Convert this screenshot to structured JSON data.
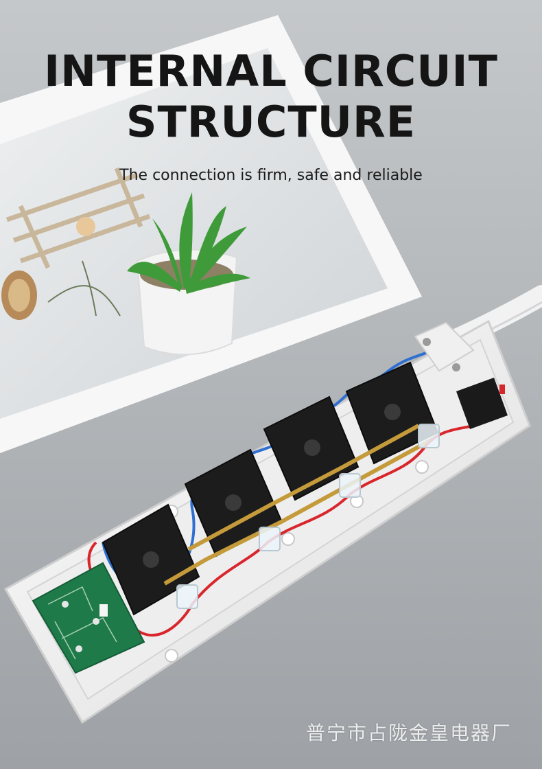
{
  "heading": {
    "line1": "INTERNAL CIRCUIT",
    "line2": "STRUCTURE",
    "subtitle": "The connection is firm, safe and reliable"
  },
  "watermark": "普宁市占陇金皇电器厂",
  "icons": [
    "photo-frame",
    "potted-succulent",
    "power-strip-open",
    "socket-module",
    "circuit-board",
    "rocker-switch",
    "power-cord"
  ],
  "colors": {
    "background": "#a8acaf",
    "title_text": "#151515",
    "strip_body": "#f2f2f2",
    "socket_module": "#1c1c1c",
    "pcb": "#1f7a4a",
    "wire_red": "#d8262c",
    "wire_blue": "#2f6fd1",
    "brass": "#c49a3a"
  }
}
